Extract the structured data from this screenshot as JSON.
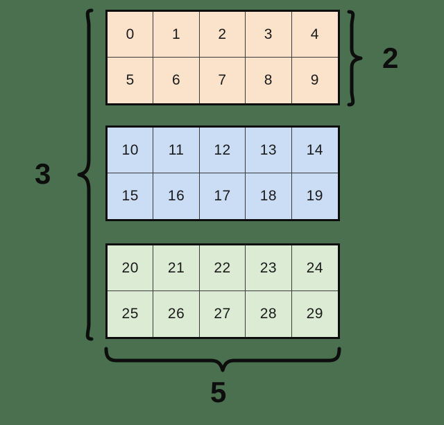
{
  "figure": {
    "title": "3D array shape diagram (3, 2, 5)",
    "background_color": "#4a7050"
  },
  "chart_data": {
    "type": "table",
    "title": "3D array of shape (3, 2, 5) with values 0-29",
    "layout": "three stacked 2x5 matrices",
    "rows_per_matrix": 2,
    "cols_per_matrix": 5,
    "matrix_count": 3,
    "matrices": [
      {
        "name": "matrix-0",
        "fill_color": "#fae2cb",
        "border_color": "#0d0d0d",
        "rows": [
          [
            "0",
            "1",
            "2",
            "3",
            "4"
          ],
          [
            "5",
            "6",
            "7",
            "8",
            "9"
          ]
        ]
      },
      {
        "name": "matrix-1",
        "fill_color": "#cbdcf5",
        "border_color": "#0d0d0d",
        "rows": [
          [
            "10",
            "11",
            "12",
            "13",
            "14"
          ],
          [
            "15",
            "16",
            "17",
            "18",
            "19"
          ]
        ]
      },
      {
        "name": "matrix-2",
        "fill_color": "#dcebd4",
        "border_color": "#0d0d0d",
        "rows": [
          [
            "20",
            "21",
            "22",
            "23",
            "24"
          ],
          [
            "25",
            "26",
            "27",
            "28",
            "29"
          ]
        ]
      }
    ]
  },
  "annotations": {
    "depth": {
      "label": "3",
      "brace_name": "brace-left",
      "orientation": "left",
      "describes": "number of matrices"
    },
    "rows": {
      "label": "2",
      "brace_name": "brace-right",
      "orientation": "right",
      "describes": "rows per matrix"
    },
    "columns": {
      "label": "5",
      "brace_name": "brace-bottom",
      "orientation": "bottom",
      "describes": "columns per matrix"
    }
  }
}
